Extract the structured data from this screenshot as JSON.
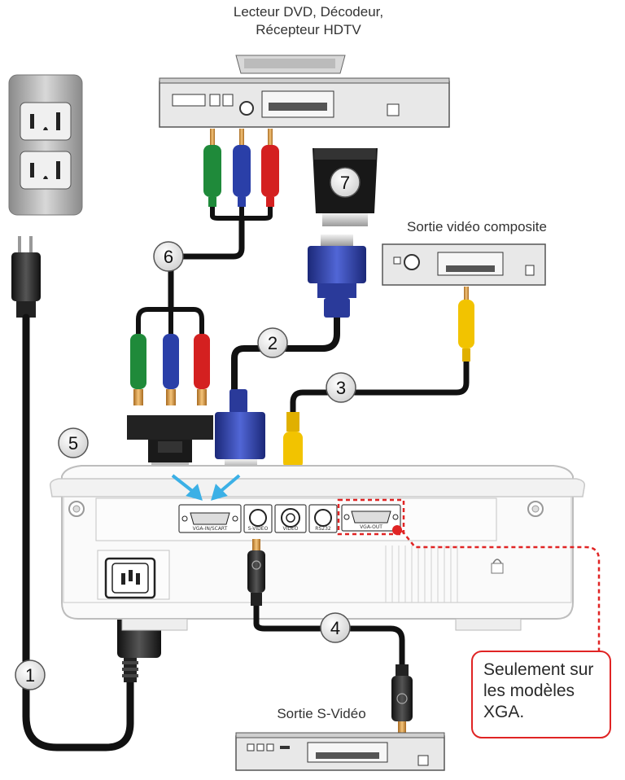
{
  "labels": {
    "dvd_source_line1": "Lecteur DVD, Décodeur,",
    "dvd_source_line2": "Récepteur HDTV",
    "composite_out": "Sortie vidéo composite",
    "svideo_out": "Sortie S-Vidéo"
  },
  "callout": {
    "line1": "Seulement sur",
    "line2": "les modèles",
    "line3": "XGA."
  },
  "ports": {
    "vga_in_scart": "VGA-IN/SCART",
    "s_video": "S-VIDEO",
    "video": "VIDEO",
    "rs232": "RS232",
    "vga_out": "VGA-OUT"
  },
  "badges": [
    "1",
    "2",
    "3",
    "4",
    "5",
    "6",
    "7"
  ],
  "colors": {
    "cable": "#111111",
    "vga_blue": "#2a3a9a",
    "rca_green": "#1f8a3a",
    "rca_blue": "#2a3fa8",
    "rca_red": "#d42020",
    "rca_yellow": "#f2c300",
    "arrow_cyan": "#3bb0e6",
    "callout_red": "#e02424"
  }
}
